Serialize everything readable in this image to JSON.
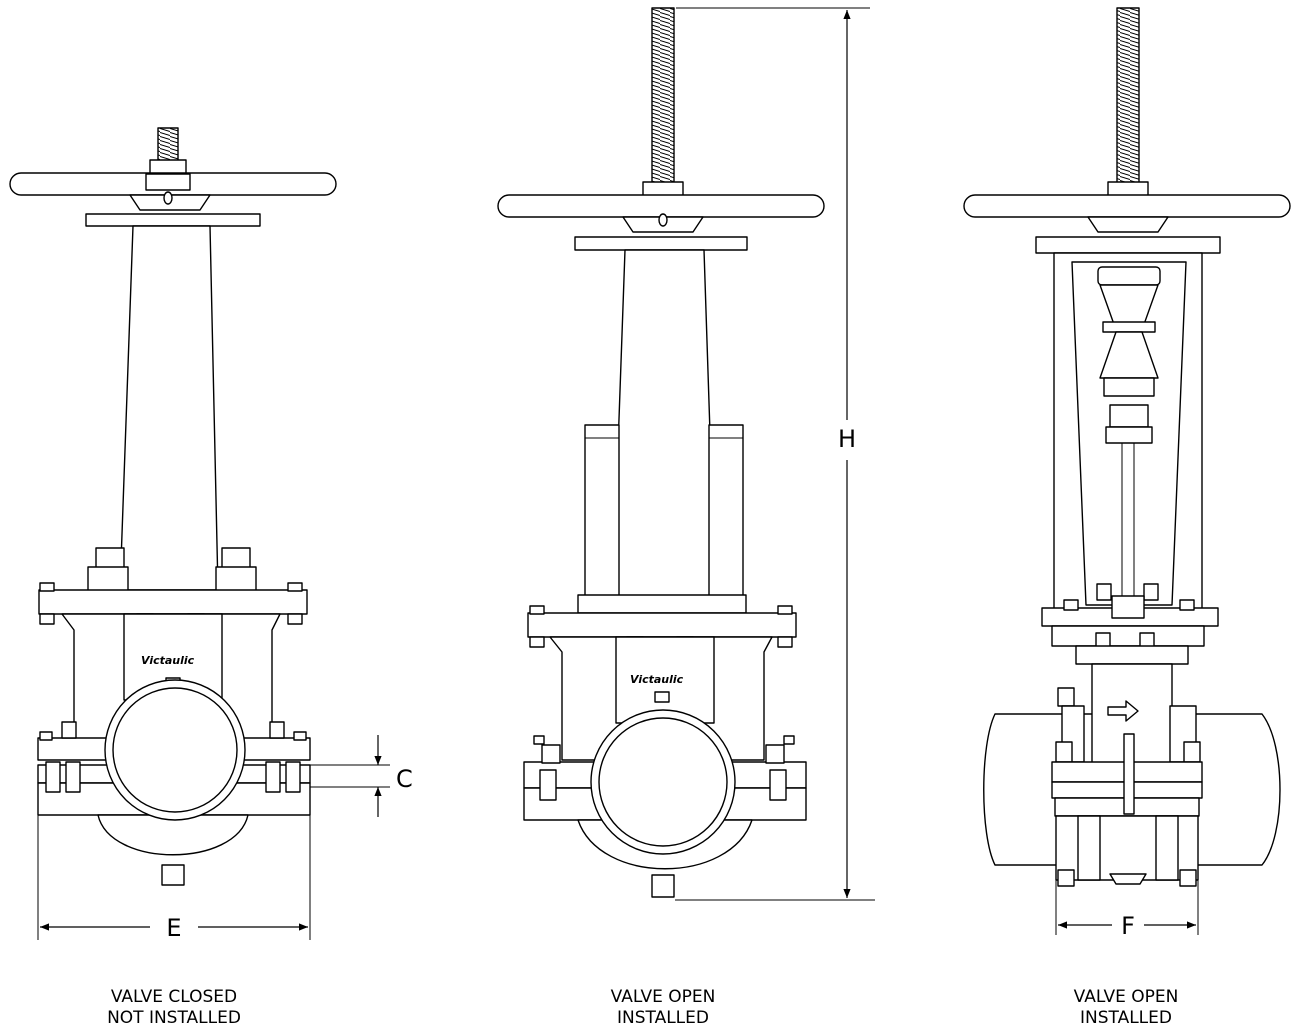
{
  "brand": "Victaulic",
  "dimension_labels": {
    "C": "C",
    "E": "E",
    "H": "H",
    "F": "F"
  },
  "views": [
    {
      "id": "closed",
      "caption_line1": "VALVE CLOSED",
      "caption_line2": "NOT INSTALLED"
    },
    {
      "id": "open",
      "caption_line1": "VALVE OPEN",
      "caption_line2": "INSTALLED"
    },
    {
      "id": "open_side",
      "caption_line1": "VALVE OPEN",
      "caption_line2": "INSTALLED"
    }
  ],
  "colors": {
    "line": "#000000",
    "fill": "#ffffff"
  }
}
